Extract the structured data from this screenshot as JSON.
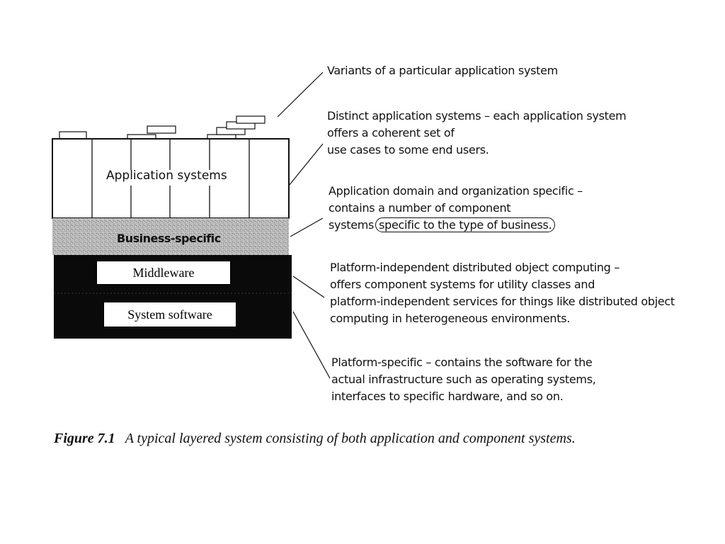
{
  "diagram": {
    "layers": {
      "application": "Application systems",
      "business": "Business-specific",
      "middleware": "Middleware",
      "system_software": "System software"
    },
    "descriptions": {
      "variants": [
        "Variants of a particular application system"
      ],
      "distinct": [
        "Distinct application systems – each application system",
        "offers a coherent set of",
        "use cases to some end users."
      ],
      "domain": [
        "Application domain and organization specific –",
        "contains a number of component",
        "systems",
        "specific to the type of business."
      ],
      "platform_independent": [
        "Platform-independent distributed object computing –",
        "offers component systems for utility classes and",
        "platform-independent services for things like distributed object",
        "computing in heterogeneous environments."
      ],
      "platform_specific": [
        "Platform-specific – contains the software for the",
        "actual infrastructure such as operating systems,",
        "interfaces to specific hardware, and so on."
      ]
    }
  },
  "caption": {
    "number": "Figure 7.1",
    "text": "A typical layered system consisting of both application and component systems."
  }
}
